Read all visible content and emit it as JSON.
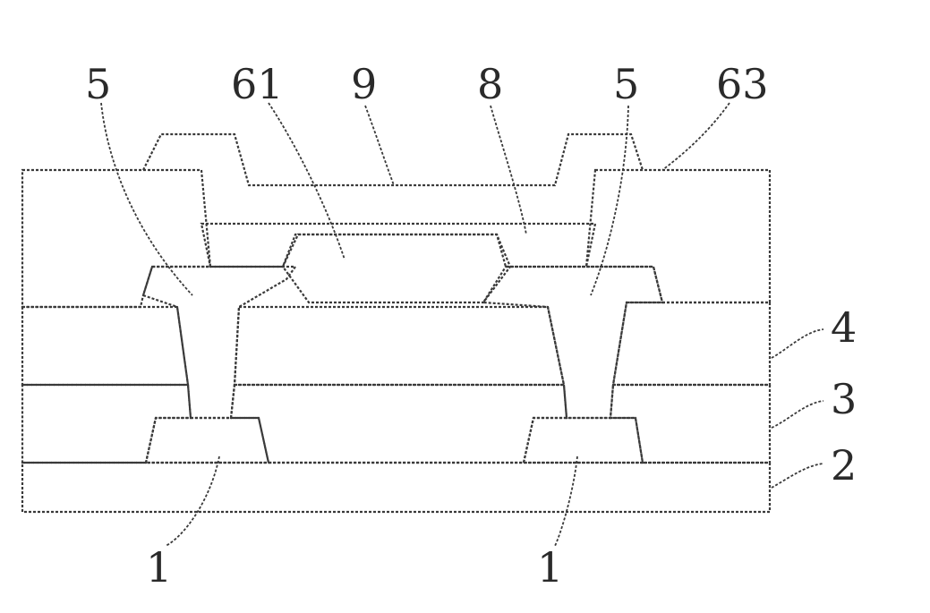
{
  "labels": {
    "top_left_5": "5",
    "top_61": "61",
    "top_9": "9",
    "top_8": "8",
    "top_right_5": "5",
    "top_63": "63",
    "right_4": "4",
    "right_3": "3",
    "right_2": "2",
    "bottom_left_1": "1",
    "bottom_right_1": "1"
  },
  "colors": {
    "stroke": "#3a3a3a",
    "dot": "#8a8a8a",
    "cross": "#505050",
    "diag": "#404040",
    "background": "#ffffff"
  }
}
